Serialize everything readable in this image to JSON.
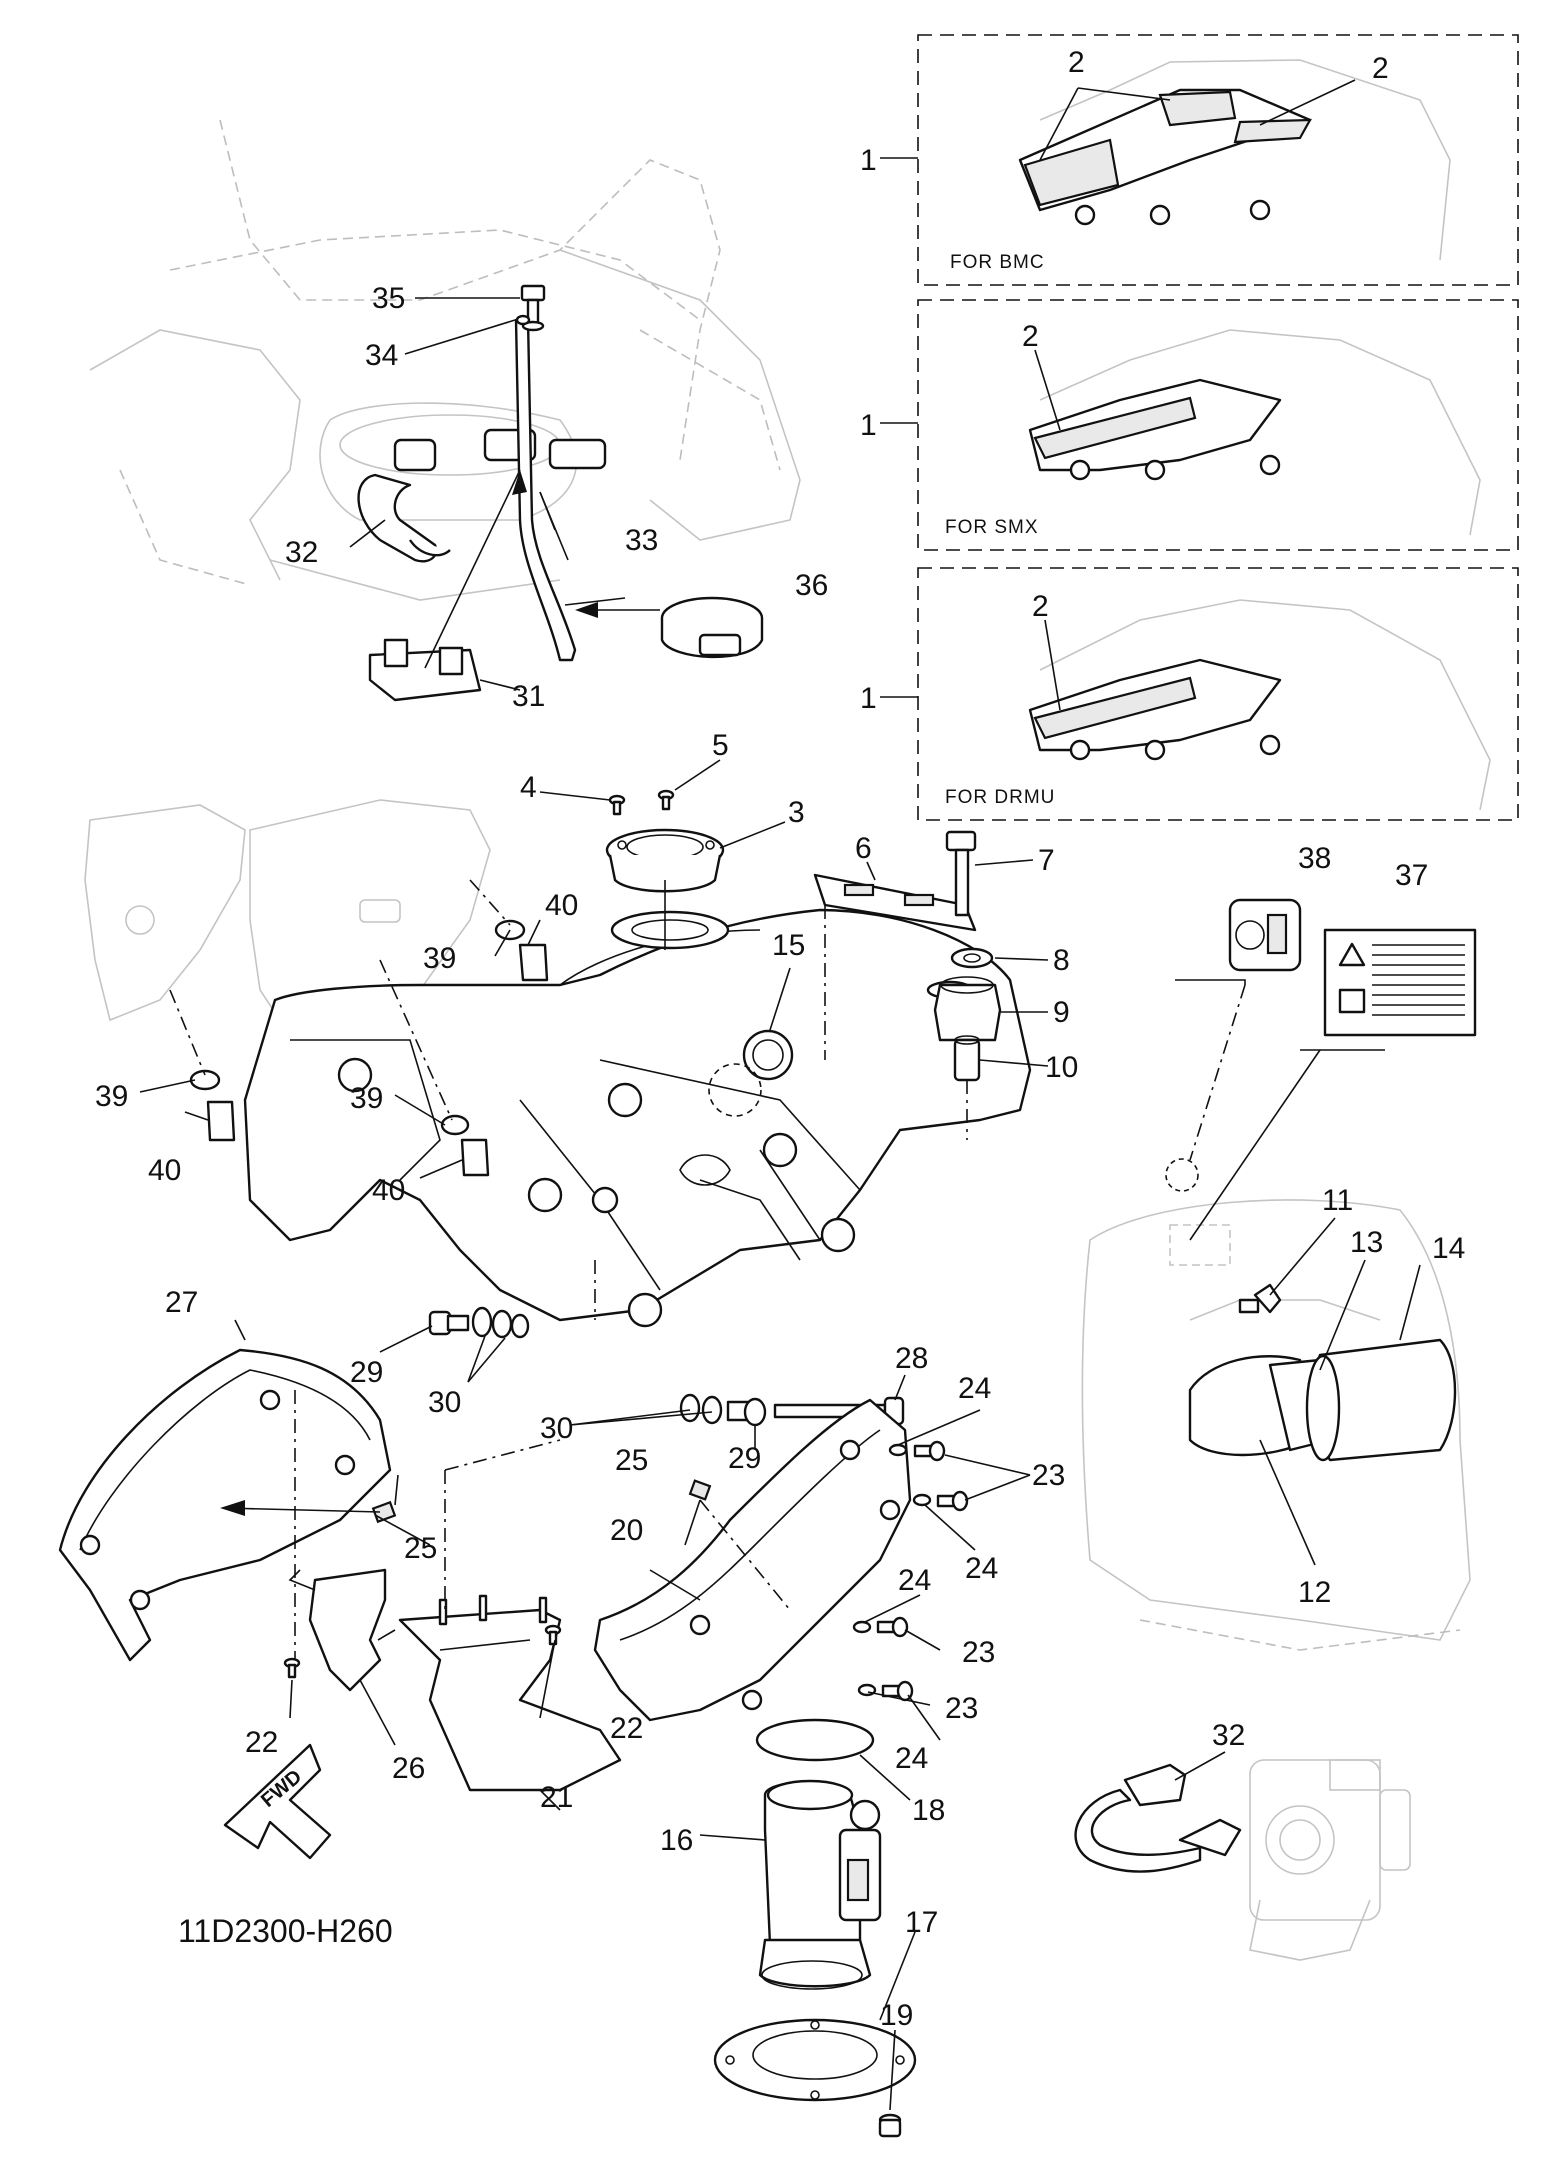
{
  "diagram_code": "11D2300-H260",
  "fwd_label": "FWD",
  "variants": [
    {
      "caption": "FOR  BMC",
      "ref": "1"
    },
    {
      "caption": "FOR  SMX",
      "ref": "1"
    },
    {
      "caption": "FOR  DRMU",
      "ref": "1"
    }
  ],
  "callouts": {
    "c1a": "1",
    "c1b": "1",
    "c1c": "1",
    "c2a": "2",
    "c2b": "2",
    "c2c": "2",
    "c2d": "2",
    "c3": "3",
    "c4": "4",
    "c5": "5",
    "c6": "6",
    "c7": "7",
    "c8": "8",
    "c9": "9",
    "c10": "10",
    "c11": "11",
    "c12": "12",
    "c13": "13",
    "c14": "14",
    "c15": "15",
    "c16": "16",
    "c17": "17",
    "c18": "18",
    "c19": "19",
    "c20": "20",
    "c21": "21",
    "c22a": "22",
    "c22b": "22",
    "c23a": "23",
    "c23b": "23",
    "c23c": "23",
    "c24a": "24",
    "c24b": "24",
    "c24c": "24",
    "c24d": "24",
    "c25a": "25",
    "c25b": "25",
    "c26": "26",
    "c27": "27",
    "c28": "28",
    "c29a": "29",
    "c29b": "29",
    "c30a": "30",
    "c30b": "30",
    "c31": "31",
    "c32a": "32",
    "c32b": "32",
    "c33": "33",
    "c34": "34",
    "c35": "35",
    "c36": "36",
    "c37": "37",
    "c38": "38",
    "c39a": "39",
    "c39b": "39",
    "c39c": "39",
    "c40a": "40",
    "c40b": "40",
    "c40c": "40"
  }
}
